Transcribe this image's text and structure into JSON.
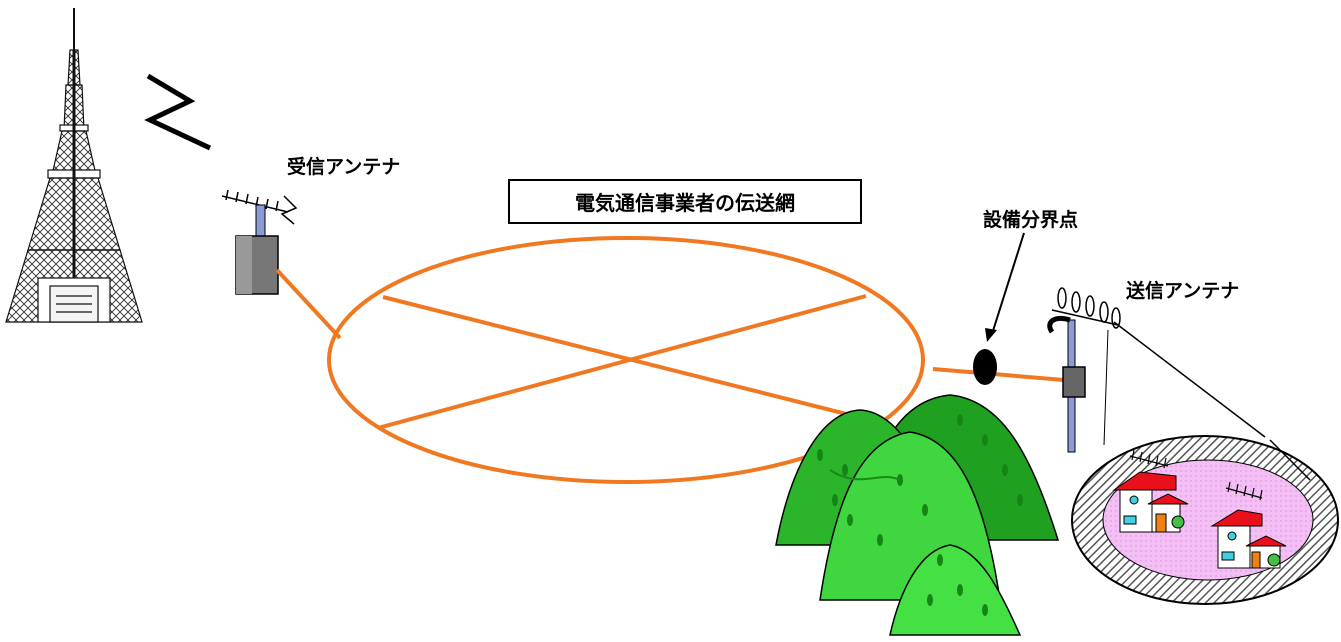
{
  "labels": {
    "receive_antenna": "受信アンテナ",
    "network": "電気通信事業者の伝送網",
    "demarcation_point": "設備分界点",
    "transmit_antenna": "送信アンテナ"
  },
  "colors": {
    "network_line": "#f07820",
    "mountain_dark": "#1f9a1f",
    "mountain_light": "#33d633",
    "service_area_fill": "#f2b8f2",
    "house_roof": "#e8101a",
    "house_door": "#f08010"
  },
  "icons": {
    "tower": "broadcast-tower-icon",
    "signal": "radio-wave-icon",
    "receive_antenna": "yagi-antenna-icon",
    "transmit_antenna": "transmit-antenna-icon",
    "houses": "house-icon",
    "trees": "tree-icon"
  }
}
